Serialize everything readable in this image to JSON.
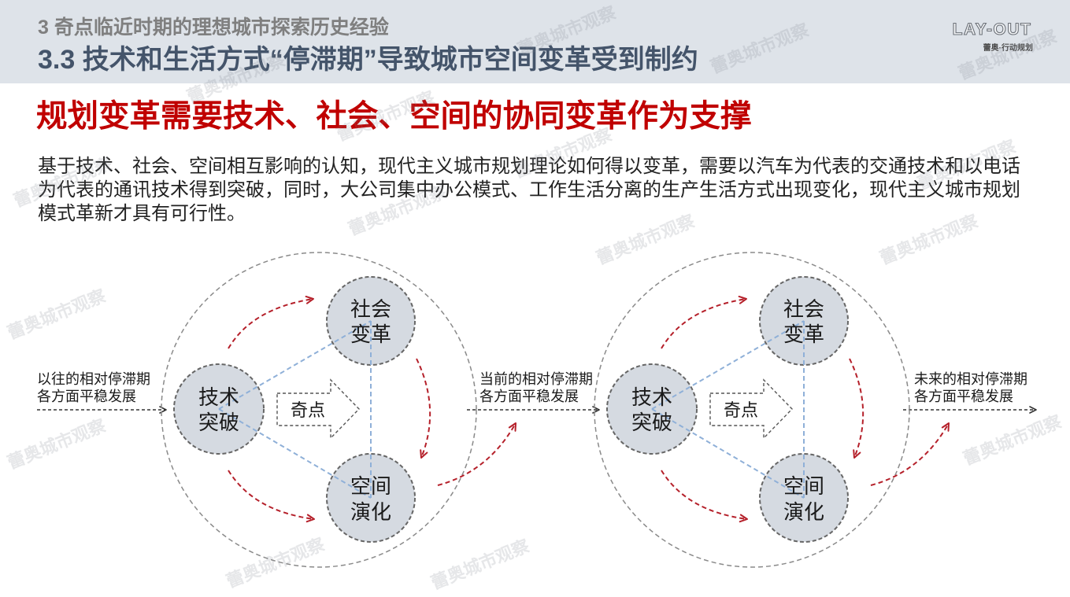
{
  "header": {
    "section": "3 奇点临近时期的理想城市探索历史经验",
    "title": "3.3 技术和生活方式“停滞期”导致城市空间变革受到制约"
  },
  "logo": {
    "mark": "LAY-OUT",
    "tagline": "蕾奥·行动规划"
  },
  "watermark": "蕾奥城市观察",
  "headline": "规划变革需要技术、社会、空间的协同变革作为支撑",
  "body": "基于技术、社会、空间相互影响的认知，现代主义城市规划理论如何得以变革，需要以汽车为代表的交通技术和以电话为代表的通讯技术得到突破，同时，大公司集中办公模式、工作生活分离的生产生活方式出现变化，现代主义城市规划模式革新才具有可行性。",
  "diagram": {
    "stages": [
      {
        "line1": "以往的相对停滞期",
        "line2": "各方面平稳发展"
      },
      {
        "line1": "当前的相对停滞期",
        "line2": "各方面平稳发展"
      },
      {
        "line1": "未来的相对停滞期",
        "line2": "各方面平稳发展"
      }
    ],
    "cycles": [
      {
        "tech": [
          "技术",
          "突破"
        ],
        "society": [
          "社会",
          "变革"
        ],
        "space": [
          "空间",
          "演化"
        ],
        "singularity": "奇点"
      },
      {
        "tech": [
          "技术",
          "突破"
        ],
        "society": [
          "社会",
          "变革"
        ],
        "space": [
          "空间",
          "演化"
        ],
        "singularity": "奇点"
      }
    ]
  },
  "colors": {
    "header_bg": "#dee3e9",
    "section": "#7f7f7f",
    "title": "#44546a",
    "headline": "#c00000",
    "body_text": "#222222",
    "node_fill": "#d5dae1",
    "node_stroke": "#666666",
    "link": "#8fb0d8",
    "flow": "#b5202a",
    "outer": "#8a8a8a",
    "timeline": "#333333"
  }
}
